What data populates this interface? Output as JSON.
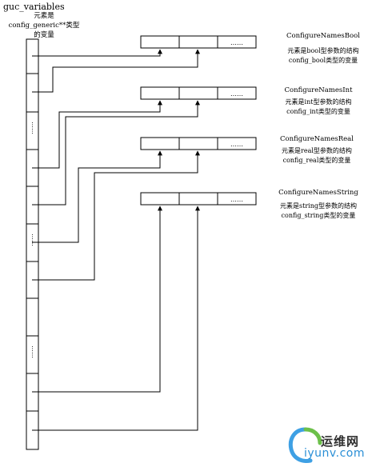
{
  "title": "guc_variables",
  "left_desc": [
    "元素是",
    "config_generic**类型",
    "的变量"
  ],
  "ellipsis": "……",
  "left_dots": [
    "……",
    "……",
    "……"
  ],
  "tables": [
    {
      "name": "ConfigureNamesBool",
      "desc": [
        "元素是bool型参数的结构",
        "config_bool类型的变量"
      ]
    },
    {
      "name": "ConfigureNamesInt",
      "desc": [
        "元素是int型参数的结构",
        "config_int类型的变量"
      ]
    },
    {
      "name": "ConfigureNamesReal",
      "desc": [
        "元素是real型参数的结构",
        "config_real类型的变量"
      ]
    },
    {
      "name": "ConfigureNamesString",
      "desc": [
        "元素是string型参数的结构",
        "config_string类型的变量"
      ]
    }
  ],
  "watermark": {
    "cn": "运维网",
    "url": "iyunv.com"
  }
}
